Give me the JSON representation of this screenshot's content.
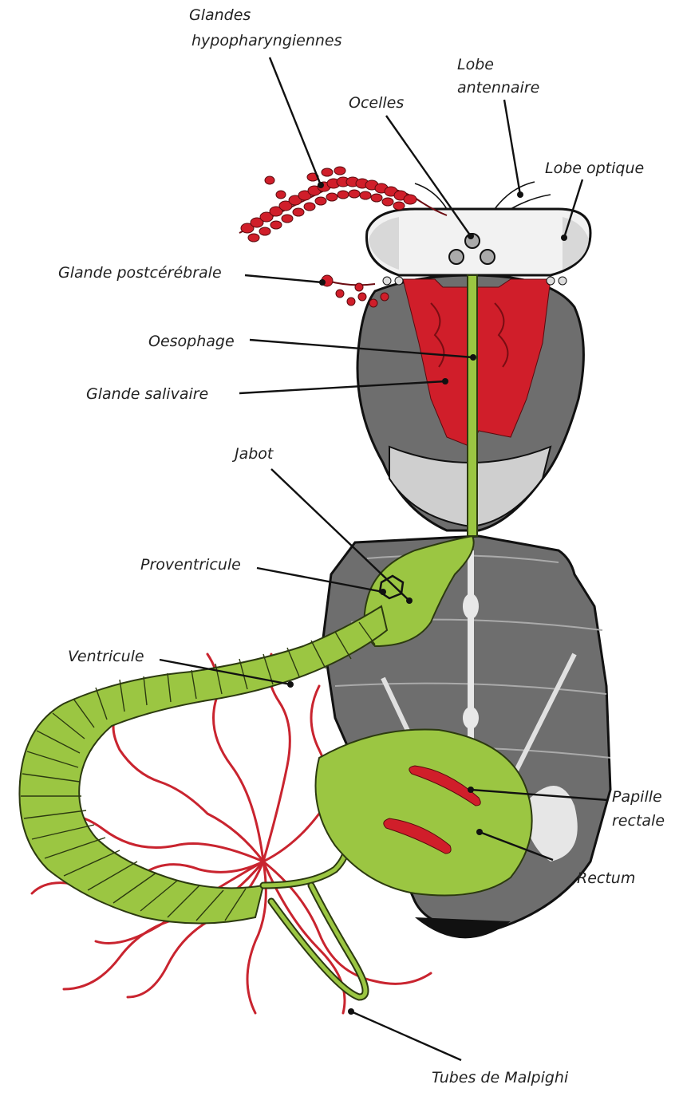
{
  "labels": {
    "glandes_hypopharyngiennes": [
      "Glandes",
      "hypopharyngiennes"
    ],
    "lobe_antennaire": [
      "Lobe",
      "antennaire"
    ],
    "ocelles": "Ocelles",
    "lobe_optique": "Lobe optique",
    "glande_postcerebrale": "Glande postcérébrale",
    "oesophage": "Oesophage",
    "glande_salivaire": "Glande salivaire",
    "jabot": "Jabot",
    "proventricule": "Proventricule",
    "ventricule": "Ventricule",
    "papille_rectale": [
      "Papille",
      "rectale"
    ],
    "rectum": "Rectum",
    "tubes_de_malpighi": "Tubes de Malpighi"
  },
  "colors": {
    "gut": "#9bc642",
    "glands": "#d01e2a",
    "malpighian_tubes": "#c9242f",
    "body": "#6e6e6e"
  }
}
